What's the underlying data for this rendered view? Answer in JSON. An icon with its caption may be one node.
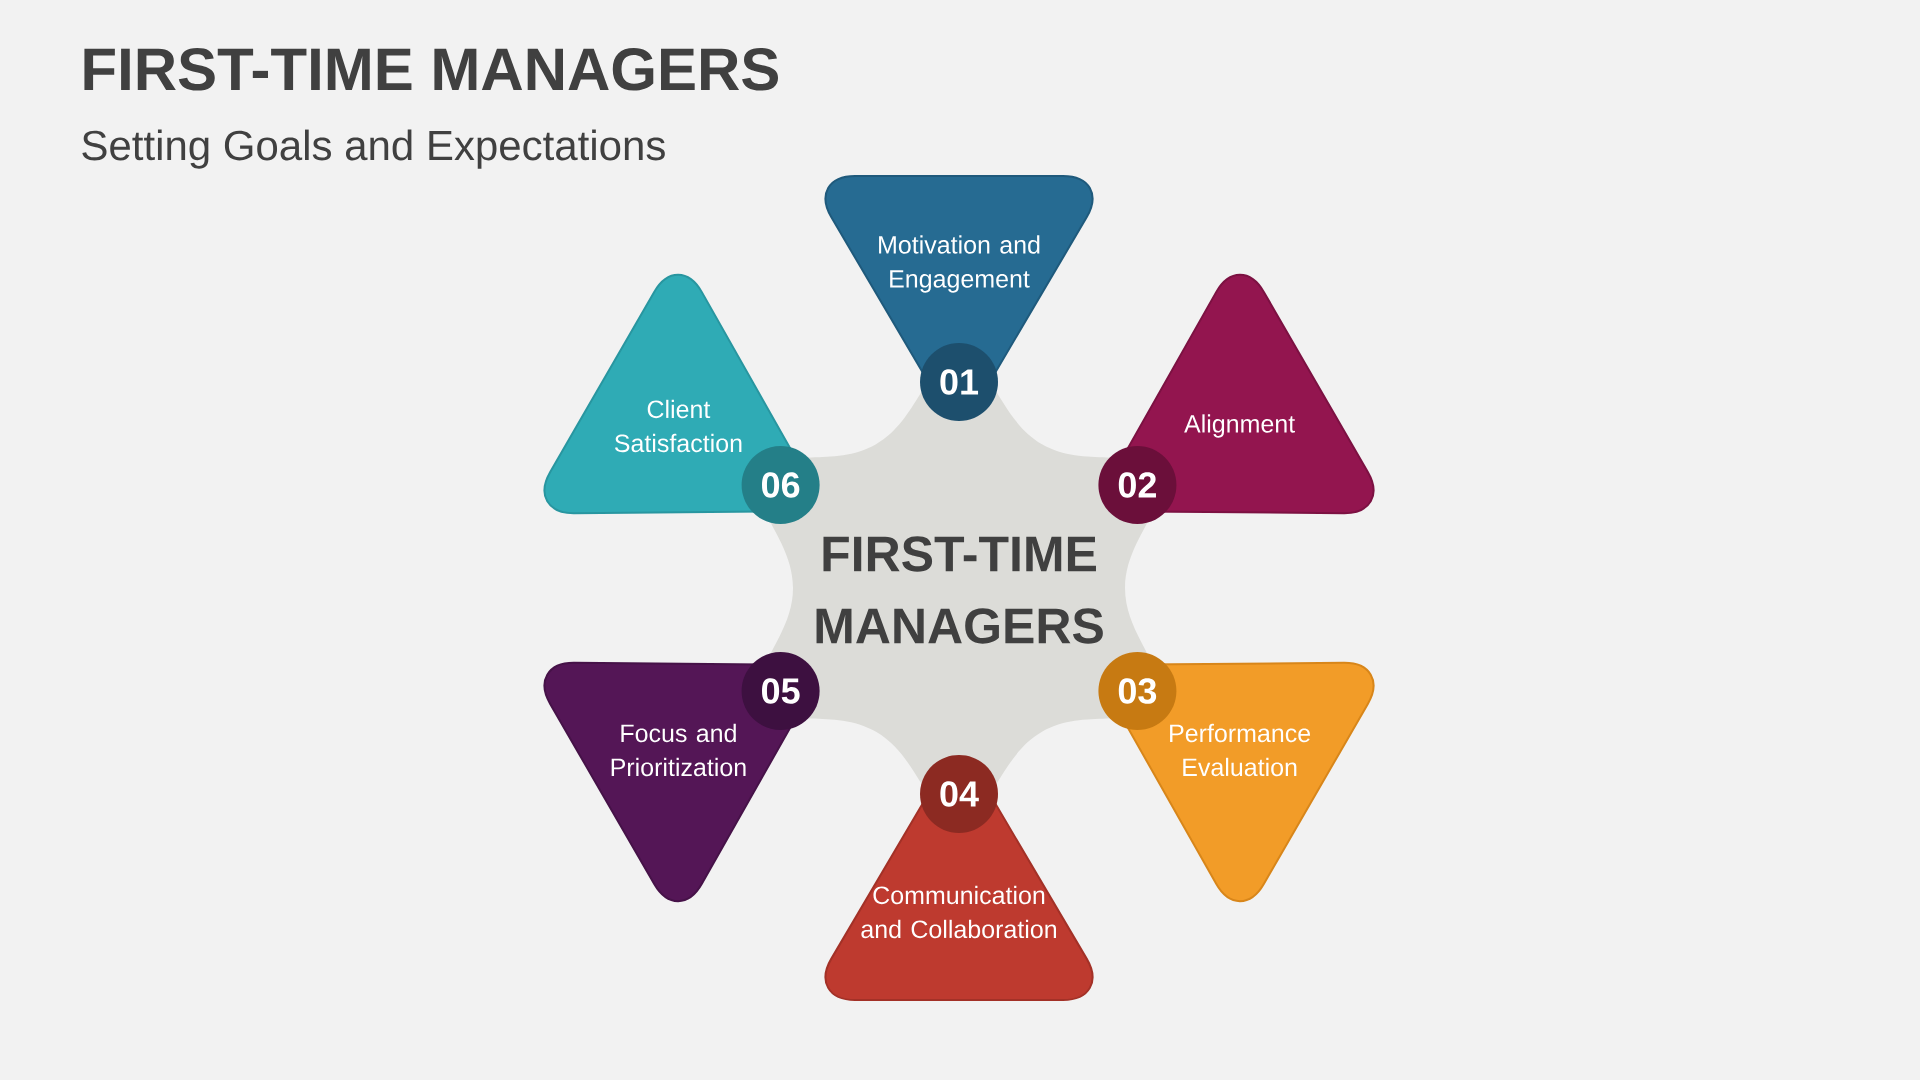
{
  "diagram": {
    "title": "FIRST-TIME MANAGERS",
    "nodes": [
      {
        "text": [
          "FIRST-TIME MANAGERS"
        ]
      },
      {
        "text": [
          "Motivation and Engagement"
        ]
      },
      {
        "text": [
          "01"
        ],
        "in": 1
      },
      {
        "text": [
          "Alignment"
        ]
      },
      {
        "text": [
          "02"
        ],
        "in": 3
      },
      {
        "text": [
          "Performance Evaluation"
        ]
      },
      {
        "text": [
          "03"
        ],
        "in": 5
      },
      {
        "text": [
          "Communication and Collaboration"
        ]
      },
      {
        "text": [
          "04"
        ],
        "in": 7
      },
      {
        "text": [
          "Focus and Prioritization"
        ]
      },
      {
        "text": [
          "05"
        ],
        "in": 9
      },
      {
        "text": [
          "Client Satisfaction"
        ]
      },
      {
        "text": [
          "06"
        ],
        "in": 11
      }
    ],
    "labels": [
      "Setting Goals and Expectations"
    ]
  }
}
